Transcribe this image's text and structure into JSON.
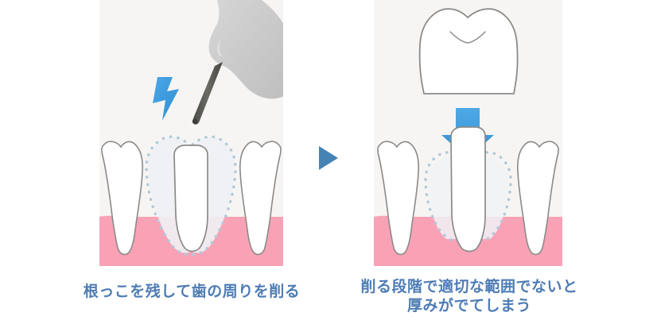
{
  "figure": {
    "type": "two-step dental illustration",
    "background_color": "#ffffff",
    "panel_background_color": "#f7f5f3",
    "caption_color": "#4d7cb5",
    "accent_blue": "#3d9ee0",
    "gum_color": "#f8a0b4",
    "tooth_color": "#ffffff",
    "dotted_outline_color": "#b9cfe0",
    "step_arrow_color": "#4683b5"
  },
  "steps": [
    {
      "id": "step-1",
      "caption": "根っこを残して歯の周りを削る",
      "icons": [
        "dental-handpiece-icon",
        "spark-icon",
        "dotted-tooth-outline",
        "prepared-tooth-stump",
        "gum-line"
      ]
    },
    {
      "id": "step-2",
      "caption_line_1": "削る段階で適切な範囲でないと",
      "caption_line_2": "厚みがでてしまう",
      "caption": "削る段階で適切な範囲でないと\n厚みがでてしまう",
      "icons": [
        "crown-outline-icon",
        "down-arrow-icon",
        "dotted-tooth-outline",
        "prepared-tooth-stump",
        "gum-line"
      ]
    }
  ],
  "step_separator": {
    "icon": "triangle-right-icon",
    "color": "#4683b5"
  }
}
